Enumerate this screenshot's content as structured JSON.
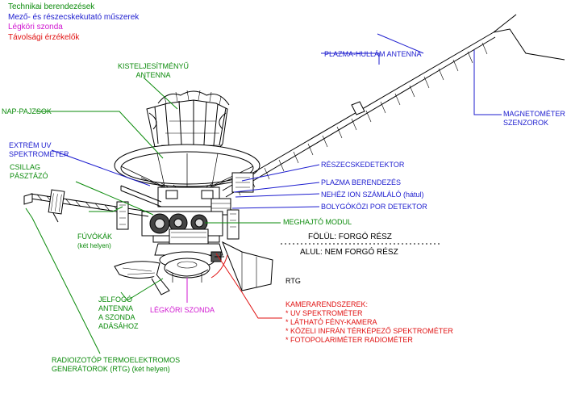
{
  "colors": {
    "technical": "#0a8a0a",
    "field_particle": "#1c1ccf",
    "probe": "#d018d0",
    "remote_sensing": "#e01010",
    "drawing": "#000000"
  },
  "legend": [
    {
      "text": "Technikai berendezések",
      "category": "technical"
    },
    {
      "text": "Mező- és részecskekutató műszerek",
      "category": "field_particle"
    },
    {
      "text": "Légköri szonda",
      "category": "probe"
    },
    {
      "text": "Távolsági érzékelők",
      "category": "remote_sensing"
    }
  ],
  "labels": {
    "high_gain_antenna": [
      "KISTELJESÍTMÉNYŰ",
      "ANTENNA"
    ],
    "sun_shields": "NAP-PAJZSOK",
    "euv_spectrometer": [
      "EXTRÉM UV",
      "SPEKTROMÉTER"
    ],
    "star_scanner": [
      "CSILLAG",
      "PÁSZTÁZÓ"
    ],
    "thrusters": [
      "FÚVÓKÁK",
      "(két helyen)"
    ],
    "probe_relay_antenna": [
      "JELFOGÓ",
      "ANTENNA",
      "A SZONDA",
      "ADÁSÁHOZ"
    ],
    "rtg_full": [
      "RADIOIZOTÓP TERMOELEKTROMOS",
      "GENERÁTOROK (RTG) (két helyen)"
    ],
    "atmospheric_probe": "LÉGKÖRI SZONDA",
    "plasma_wave_antenna": "PLAZMA-HULLÁM ANTENNA",
    "magnetometer": [
      "MAGNETOMÉTER",
      "SZENZOROK"
    ],
    "particle_detector": "RÉSZECSKEDETEKTOR",
    "plasma": "PLAZMA BERENDEZÉS",
    "heavy_ion": "NEHÉZ ION SZÁMLÁLÓ (hátul)",
    "dust_detector": "BOLYGÓKÖZI POR DETEKTOR",
    "propulsion_module": "MEGHAJTÓ MODUL",
    "spun_section": "FÖLÜL: FORGÓ RÉSZ",
    "despun_section": "ALUL: NEM FORGÓ RÉSZ",
    "rtg": "RTG",
    "camera_systems_title": "KAMERARENDSZEREK:",
    "camera_systems": [
      "* UV SPEKTROMÉTER",
      "* LÁTHATÓ FÉNY-KAMERA",
      "* KÖZELI INFRÁN TÉRKÉPEZŐ SPEKTROMÉTER",
      "* FOTOPOLARIMÉTER RADIOMÉTER"
    ]
  }
}
